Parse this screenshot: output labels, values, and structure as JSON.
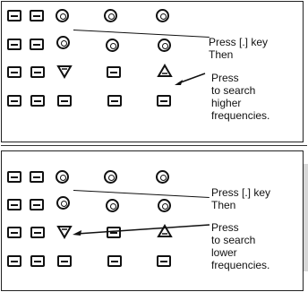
{
  "panels": [
    {
      "id": "higher",
      "line1": "Press [.] key",
      "line2": "Then",
      "line3": "Press",
      "line4": "to search",
      "line5": "higher",
      "line6": "frequencies.",
      "search_key_icon": "triangle-up-icon"
    },
    {
      "id": "lower",
      "line1": "Press [.] key",
      "line2": "Then",
      "line3": "Press",
      "line4": "to search",
      "line5": "lower",
      "line6": "frequencies.",
      "search_key_icon": "triangle-down-icon"
    }
  ]
}
